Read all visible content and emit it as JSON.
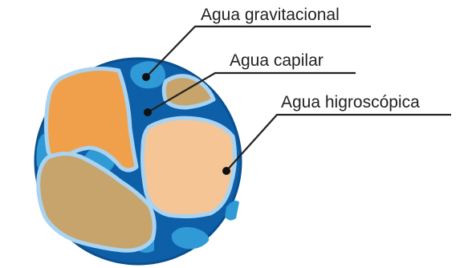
{
  "labels": {
    "gravitational": "Agua gravitacional",
    "capillary": "Agua capilar",
    "hygroscopic": "Agua higroscópica"
  },
  "colors": {
    "water_deep": "#0d5fa8",
    "water_outline": "#0a4f8f",
    "pore_light_blue": "#2f9ad6",
    "film_pale_blue": "#a9d3f0",
    "particle_orange": "#f0a04b",
    "particle_tan": "#c6a46c",
    "particle_peach": "#f5c596",
    "leader_line": "#222222",
    "text": "#222222"
  }
}
